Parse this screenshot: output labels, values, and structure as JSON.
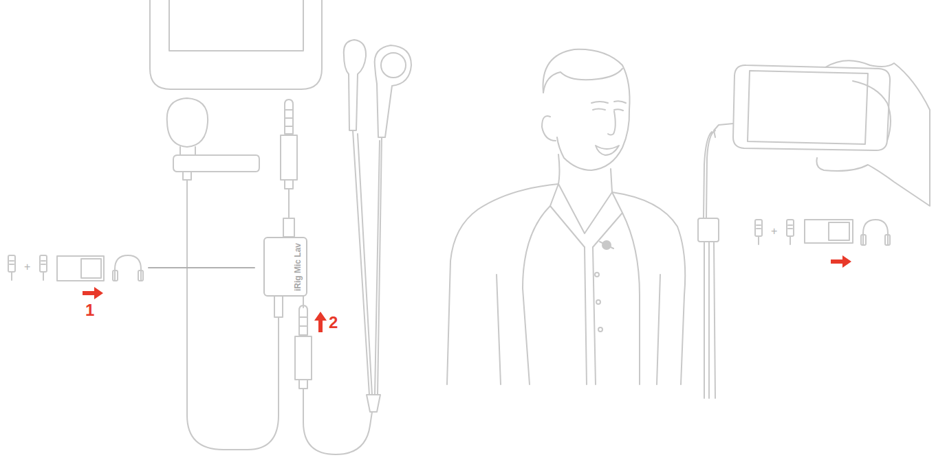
{
  "diagram": {
    "nodes": [
      {
        "text": [
          "iRig Mic Lav"
        ]
      }
    ],
    "labels": [
      "+",
      "1",
      "2",
      "+"
    ]
  }
}
